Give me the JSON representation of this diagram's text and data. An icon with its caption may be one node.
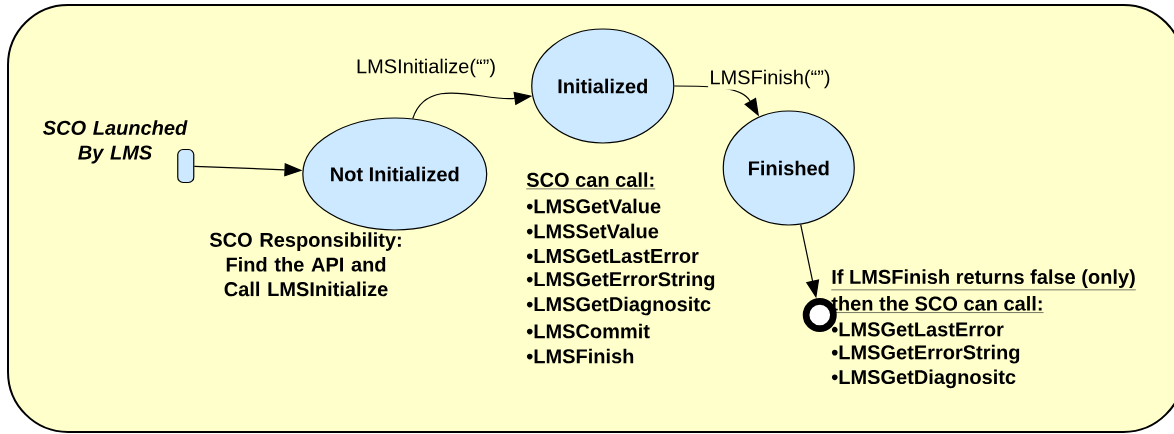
{
  "diagram": {
    "nodes": [
      {
        "text": [],
        "shape": "box"
      },
      {
        "text": [],
        "shape": "box",
        "beside": [
          "SCO Launched By LMS"
        ],
        "in": 0
      },
      {
        "text": [
          "Not Initialized"
        ],
        "beside": [
          "SCO Responsibility: Find the API and Call LMSInitialize"
        ],
        "in": 0
      },
      {
        "text": [
          "Initialized"
        ],
        "in": 0
      },
      {
        "text": [
          "Finished"
        ],
        "in": 0
      },
      {
        "text": [],
        "shape": "circle",
        "in": 0
      }
    ],
    "edges": [
      {
        "from": 1,
        "to": 2,
        "arrow": "to"
      },
      {
        "from": 2,
        "to": 3,
        "arrow": "to",
        "label": "LMSInitialize(“”)"
      },
      {
        "from": 3,
        "to": 4,
        "arrow": "to",
        "label": "LMSFinish(“”)"
      },
      {
        "from": 4,
        "to": 5,
        "arrow": "to"
      }
    ],
    "labels": [
      "SCO can call:",
      "•LMSGetValue",
      "•LMSSetValue",
      "•LMSGetLastError",
      "•LMSGetErrorString",
      "•LMSGetDiagnositc",
      "•LMSCommit",
      "•LMSFinish",
      "If LMSFinish returns false (only)",
      "then the SCO can call:",
      "•LMSGetLastError",
      "•LMSGetErrorString",
      "•LMSGetDiagnositc"
    ]
  }
}
